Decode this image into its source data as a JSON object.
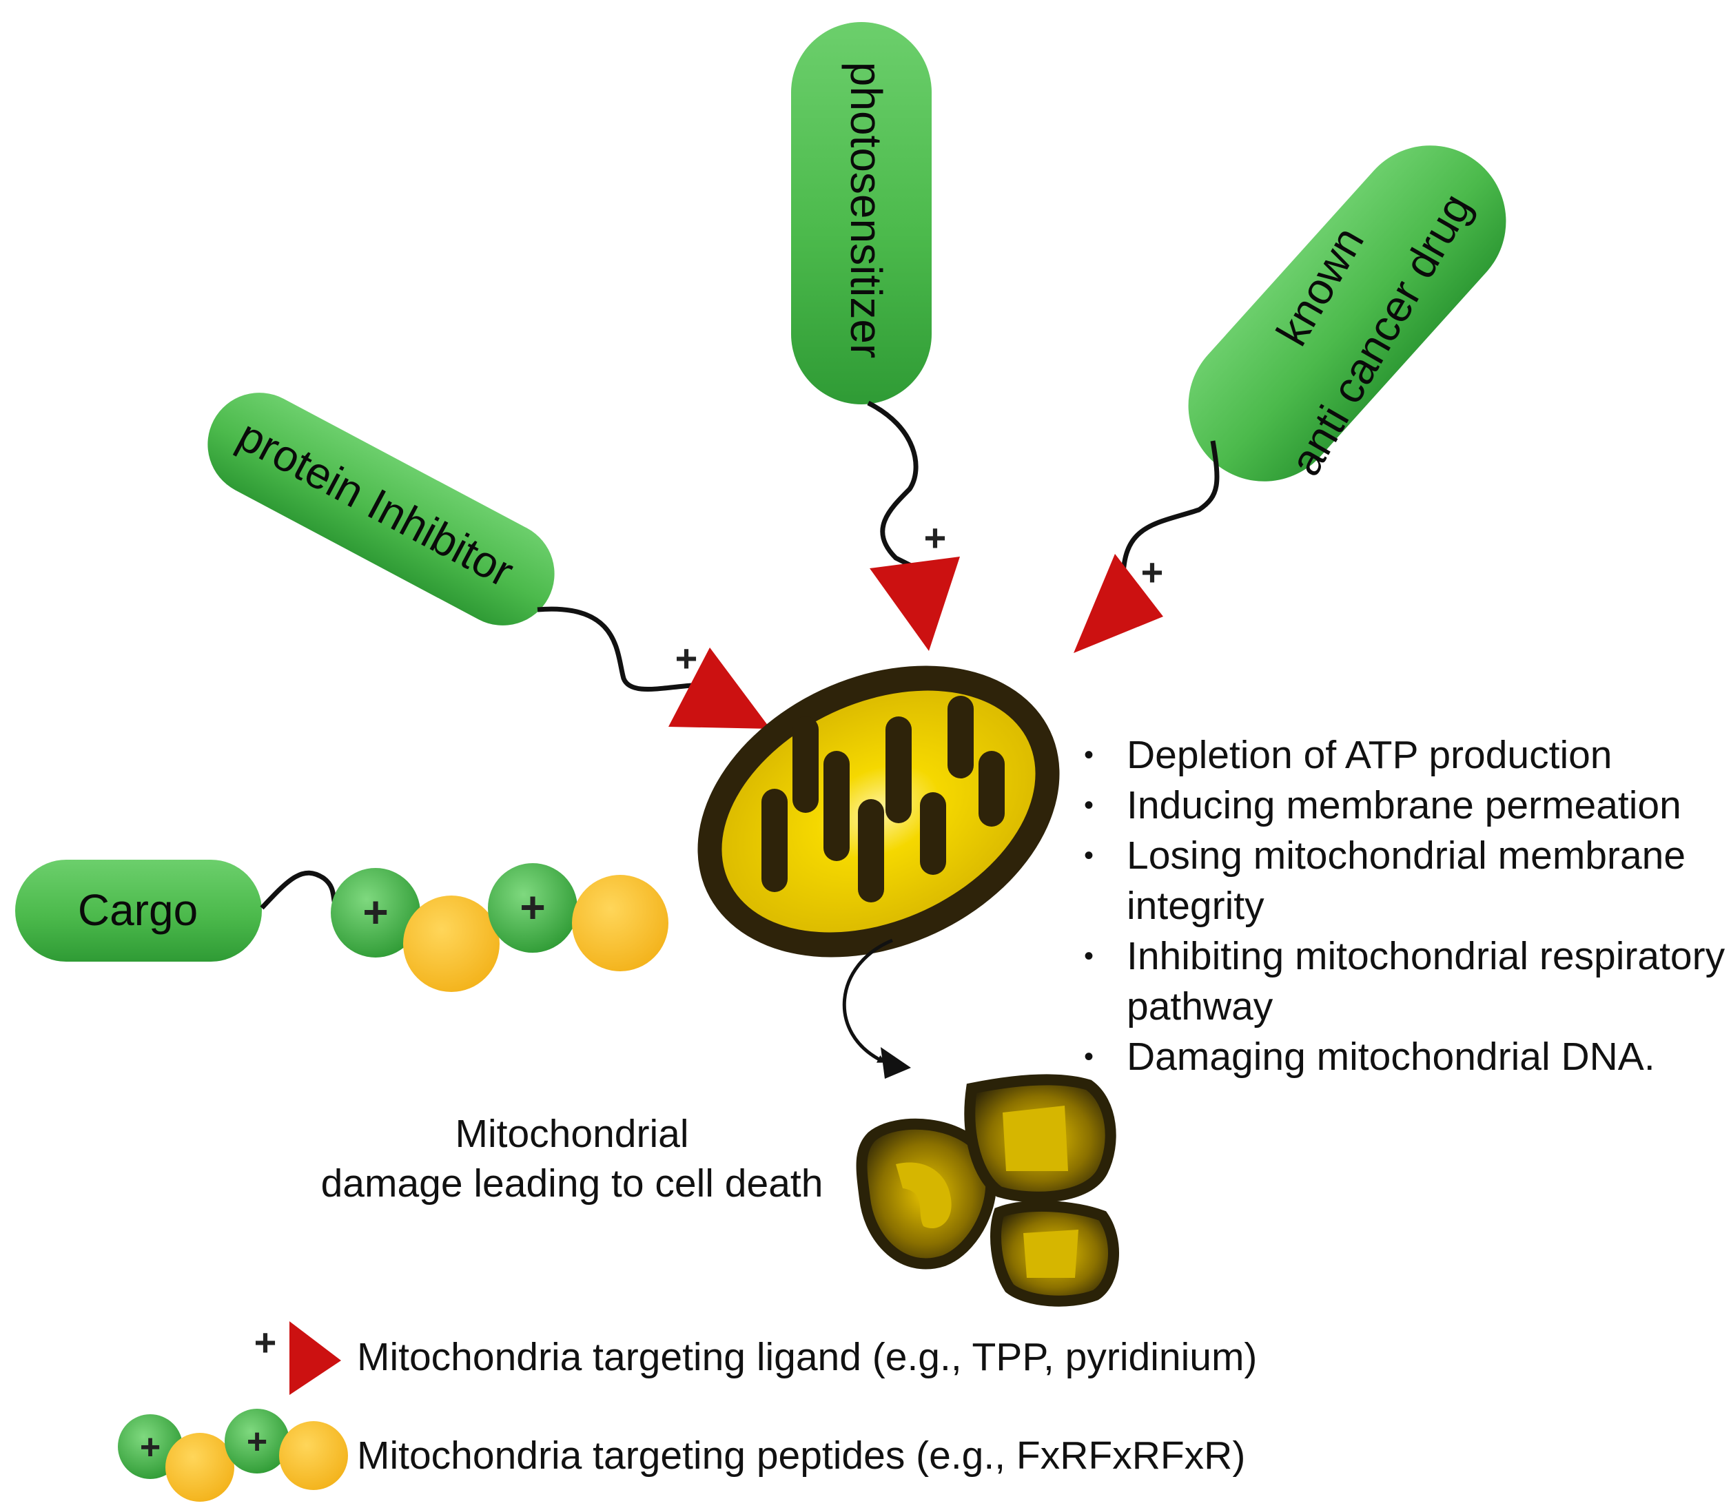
{
  "agents": [
    {
      "id": "protein",
      "label": "protein Inhibitor"
    },
    {
      "id": "photo",
      "label": "photosensitizer"
    },
    {
      "id": "drug",
      "label_line1": "known",
      "label_line2": "anti cancer drug"
    },
    {
      "id": "cargo",
      "label": "Cargo"
    }
  ],
  "charge_symbol": "+",
  "effects": [
    "Depletion of ATP production",
    "Inducing membrane permeation",
    "Losing mitochondrial membrane integrity",
    "Inhibiting mitochondrial respiratory pathway",
    "Damaging mitochondrial DNA."
  ],
  "damage_caption_line1": "Mitochondrial",
  "damage_caption_line2": "damage leading to cell death",
  "legend": {
    "ligand": "Mitochondria targeting ligand (e.g., TPP, pyridinium)",
    "peptide": "Mitochondria targeting peptides (e.g., FxRFxRFxR)"
  },
  "colors": {
    "pill_green": "#4cba4c",
    "ligand_red": "#cc1111",
    "mito_outer": "#2e230a",
    "mito_inner": "#f2d200",
    "peptide_yellow": "#f7c12a"
  }
}
